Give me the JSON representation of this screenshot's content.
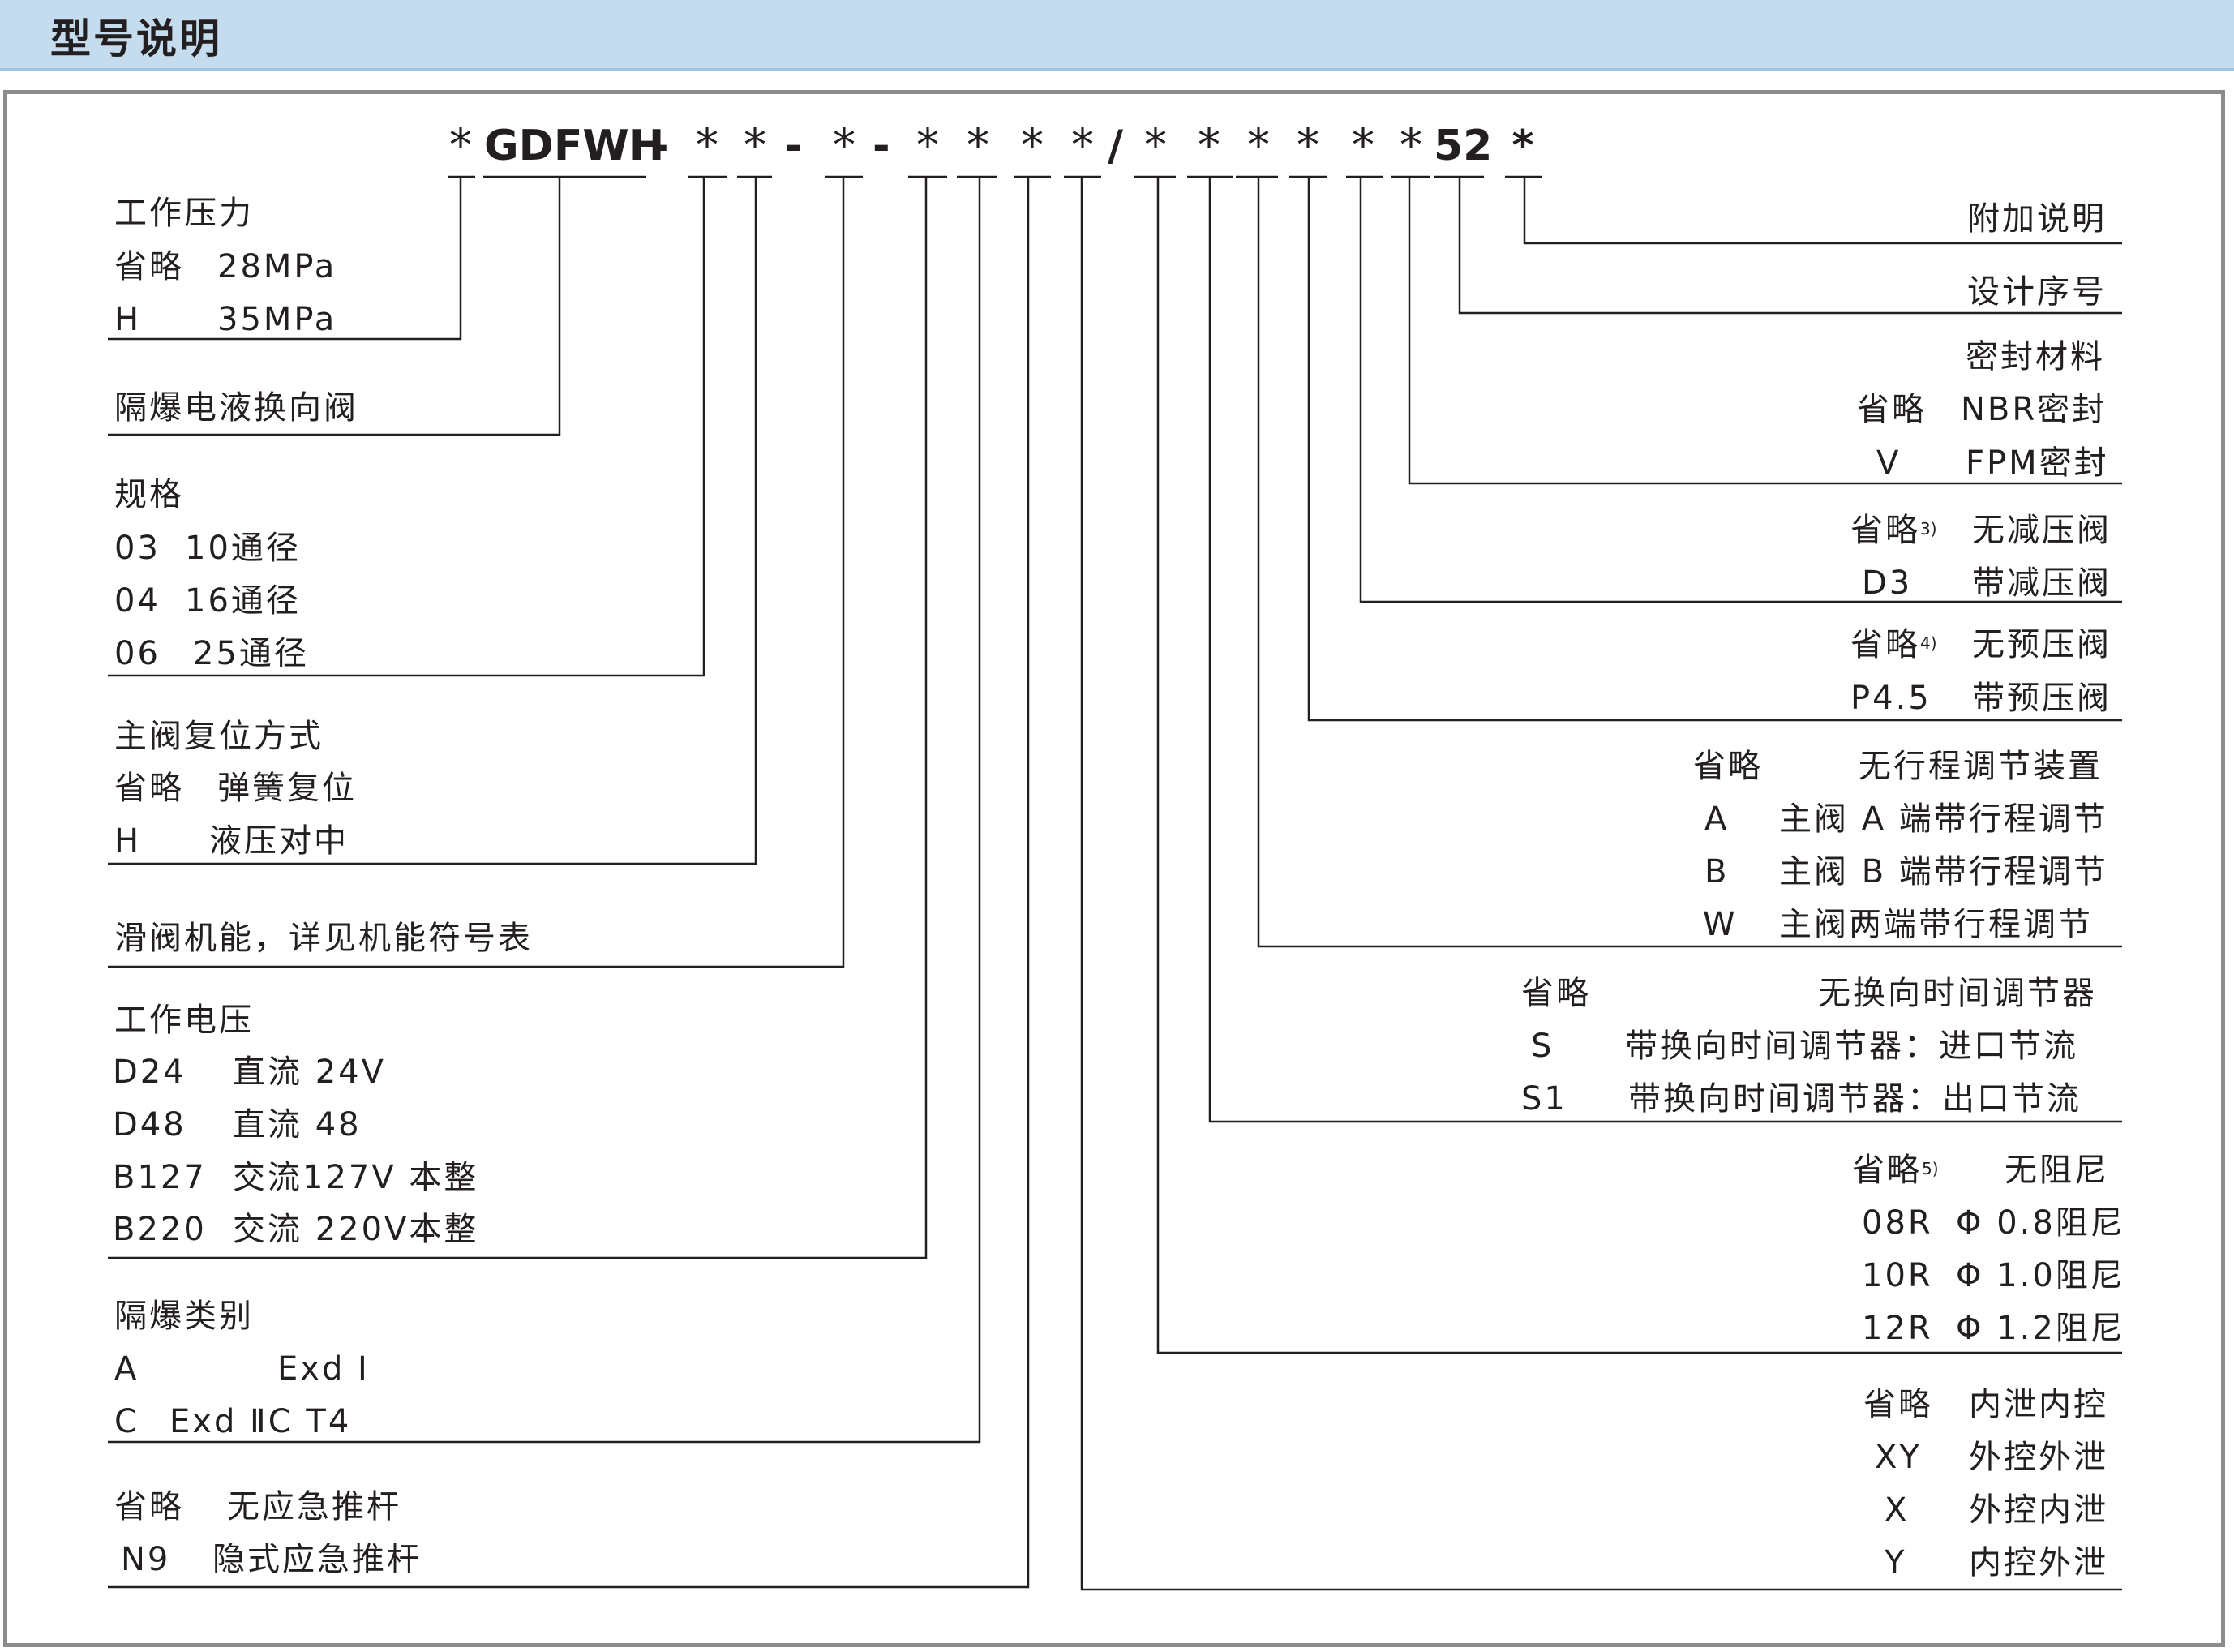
{
  "header": {
    "title": "型号说明"
  },
  "code": {
    "prefix_star": "*",
    "model": "GDFWH",
    "dash": "-",
    "star": "*",
    "slash": "/",
    "design_no": "52",
    "suffix_star": "*"
  },
  "left": {
    "pressure": {
      "title": "工作压力",
      "r1k": "省略",
      "r1v": "28MPa",
      "r2k": "H",
      "r2v": "35MPa"
    },
    "valve_type": {
      "title": "隔爆电液换向阀"
    },
    "size": {
      "title": "规格",
      "r1k": "03",
      "r1v": "10通径",
      "r2k": "04",
      "r2v": "16通径",
      "r3k": "06",
      "r3v": "25通径"
    },
    "reset": {
      "title": "主阀复位方式",
      "r1k": "省略",
      "r1v": "弹簧复位",
      "r2k": "H",
      "r2v": "液压对中"
    },
    "spool": {
      "title": "滑阀机能，详见机能符号表"
    },
    "voltage": {
      "title": "工作电压",
      "r1k": "D24",
      "r1v": "直流 24V",
      "r2k": "D48",
      "r2v": "直流 48",
      "r3k": "B127",
      "r3v": "交流127V 本整",
      "r4k": "B220",
      "r4v": "交流 220V本整"
    },
    "explosion": {
      "title": "隔爆类别",
      "r1k": "A",
      "r1v": "Exd Ⅰ",
      "r2k": "C",
      "r2v": "Exd ⅡC  T4"
    },
    "push_rod": {
      "r1k": "省略",
      "r1v": "无应急推杆",
      "r2k": "N9",
      "r2v": "隐式应急推杆"
    }
  },
  "right": {
    "extra": {
      "title": "附加说明"
    },
    "design": {
      "title": "设计序号"
    },
    "seal": {
      "title": "密封材料",
      "r1k": "省略",
      "r1v": "NBR密封",
      "r2k": "V",
      "r2v": "FPM密封"
    },
    "reducing": {
      "r1k": "省略",
      "r1note": "3)",
      "r1v": "无减压阀",
      "r2k": "D3",
      "r2v": "带减压阀"
    },
    "preload": {
      "r1k": "省略",
      "r1note": "4)",
      "r1v": "无预压阀",
      "r2k": "P4.5",
      "r2v": "带预压阀"
    },
    "stroke": {
      "r1k": "省略",
      "r1v": "无行程调节装置",
      "r2k": "A",
      "r2v": "主阀 A 端带行程调节",
      "r3k": "B",
      "r3v": "主阀 B 端带行程调节",
      "r4k": "W",
      "r4v": "主阀两端带行程调节"
    },
    "timer": {
      "r1k": "省略",
      "r1v": "无换向时间调节器",
      "r2k": "S",
      "r2v": "带换向时间调节器：进口节流",
      "r3k": "S1",
      "r3v": "带换向时间调节器：出口节流"
    },
    "damper": {
      "r1k": "省略",
      "r1note": "5)",
      "r1v": "无阻尼",
      "r2k": "08R",
      "r2v": "Φ 0.8阻尼",
      "r3k": "10R",
      "r3v": "Φ 1.0阻尼",
      "r4k": "12R",
      "r4v": "Φ 1.2阻尼"
    },
    "control": {
      "r1k": "省略",
      "r1v": "内泄内控",
      "r2k": "XY",
      "r2v": "外控外泄",
      "r3k": "X",
      "r3v": "外控内泄",
      "r4k": "Y",
      "r4v": "内控外泄"
    }
  },
  "colors": {
    "header_bg": "#c5dcef",
    "frame": "#8c8c8c",
    "line": "#231f20"
  }
}
